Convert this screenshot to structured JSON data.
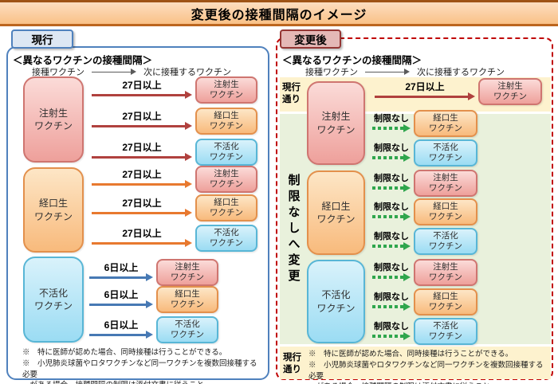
{
  "title": "変更後の接種間隔のイメージ",
  "colors": {
    "title_bar_fill": "#F9C187",
    "title_bar_border": "#9E5316",
    "current_panel_border": "#4F81BD",
    "changed_panel_border": "#C00000",
    "injected_live_fill": "#EEA09B",
    "injected_live_border": "#CF7570",
    "oral_live_fill": "#F8BA7C",
    "oral_live_border": "#E3904C",
    "inactivated_fill": "#9BDCF3",
    "inactivated_border": "#58B6D6",
    "arrow_red": "#B0413E",
    "arrow_orange": "#E8792F",
    "arrow_blue": "#4779B4",
    "arrow_green": "#2FA64D",
    "band_yellow": "#FDF2CE",
    "band_green": "#E9F1DC"
  },
  "left_panel": {
    "tab_label": "現行",
    "heading": "＜異なるワクチンの接種間隔＞",
    "col_from": "接種ワクチン",
    "col_to": "次に接種するワクチン",
    "sources": [
      {
        "name": "注射生\nワクチン"
      },
      {
        "name": "経口生\nワクチン"
      },
      {
        "name": "不活化\nワクチン"
      }
    ],
    "rows": [
      {
        "interval": "27日以上",
        "target": "注射生\nワクチン"
      },
      {
        "interval": "27日以上",
        "target": "経口生\nワクチン"
      },
      {
        "interval": "27日以上",
        "target": "不活化\nワクチン"
      },
      {
        "interval": "27日以上",
        "target": "注射生\nワクチン"
      },
      {
        "interval": "27日以上",
        "target": "経口生\nワクチン"
      },
      {
        "interval": "27日以上",
        "target": "不活化\nワクチン"
      },
      {
        "interval": "6日以上",
        "target": "注射生\nワクチン"
      },
      {
        "interval": "6日以上",
        "target": "経口生\nワクチン"
      },
      {
        "interval": "6日以上",
        "target": "不活化\nワクチン"
      }
    ],
    "notes": [
      "※　特に医師が認めた場合、同時接種は行うことができる。",
      "※　小児肺炎球菌やロタワクチンなど同一ワクチンを複数回接種する必要\n　がある場合、接種間隔の制限は添付文書に従うこと。"
    ]
  },
  "right_panel": {
    "tab_label": "変更後",
    "heading": "＜異なるワクチンの接種間隔＞",
    "col_from": "接種ワクチン",
    "col_to": "次に接種するワクチン",
    "current_label_top": "現行\n通り",
    "current_label_bottom": "現行\n通り",
    "side_label": "制限なしへ変更",
    "sources": [
      {
        "name": "注射生\nワクチン"
      },
      {
        "name": "経口生\nワクチン"
      },
      {
        "name": "不活化\nワクチン"
      }
    ],
    "rows": [
      {
        "interval": "27日以上",
        "target": "注射生\nワクチン"
      },
      {
        "interval": "制限なし",
        "target": "経口生\nワクチン"
      },
      {
        "interval": "制限なし",
        "target": "不活化\nワクチン"
      },
      {
        "interval": "制限なし",
        "target": "注射生\nワクチン"
      },
      {
        "interval": "制限なし",
        "target": "経口生\nワクチン"
      },
      {
        "interval": "制限なし",
        "target": "不活化\nワクチン"
      },
      {
        "interval": "制限なし",
        "target": "注射生\nワクチン"
      },
      {
        "interval": "制限なし",
        "target": "経口生\nワクチン"
      },
      {
        "interval": "制限なし",
        "target": "不活化\nワクチン"
      }
    ],
    "notes": [
      "※　特に医師が認めた場合、同時接種は行うことができる。",
      "※　小児肺炎球菌やロタワクチンなど同一ワクチンを複数回接種する必要\n　がある場合、接種間隔の制限は添付文書に従うこと。"
    ]
  }
}
